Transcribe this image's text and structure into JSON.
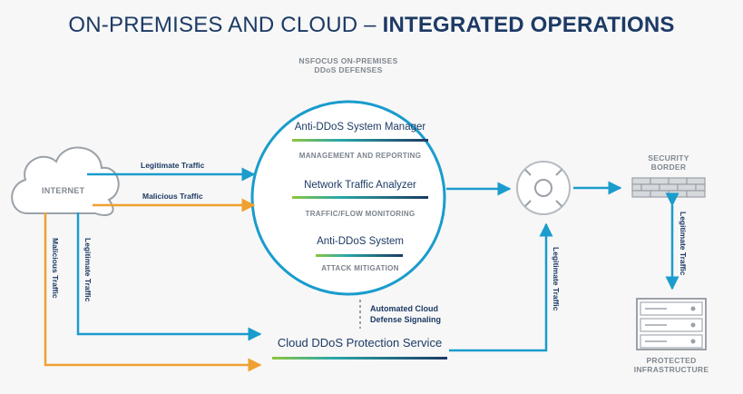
{
  "title": {
    "prefix": "ON-PREMISES AND CLOUD – ",
    "emphasis": "INTEGRATED OPERATIONS"
  },
  "onprem": {
    "line1": "NSFOCUS ON-PREMISES",
    "line2": "DDoS DEFENSES"
  },
  "components": [
    {
      "name": "Anti-DDoS System Manager",
      "sub": "MANAGEMENT AND REPORTING"
    },
    {
      "name": "Network Traffic Analyzer",
      "sub": "TRAFFIC/FLOW MONITORING"
    },
    {
      "name": "Anti-DDoS System",
      "sub": "ATTACK MITIGATION"
    }
  ],
  "internet": {
    "label": "INTERNET"
  },
  "flows": {
    "legit_h": "Legitimate Traffic",
    "malicious_h": "Malicious Traffic",
    "malicious_v": "Malicious Traffic",
    "legit_v": "Legitimate Traffic",
    "legit_router": "Legitimate Traffic",
    "legit_border": "Legitimate Traffic"
  },
  "signaling": {
    "line1": "Automated Cloud",
    "line2": "Defense Signaling"
  },
  "cloud_service": {
    "label": "Cloud DDoS Protection Service"
  },
  "security_border": {
    "line1": "SECURITY",
    "line2": "BORDER"
  },
  "protected": {
    "line1": "PROTECTED",
    "line2": "INFRASTRUCTURE"
  },
  "colors": {
    "navy": "#1c3a64",
    "teal": "#1a9ccd",
    "orange": "#f0a030",
    "green": "#8dc63f",
    "gray": "#9aa1a8"
  }
}
